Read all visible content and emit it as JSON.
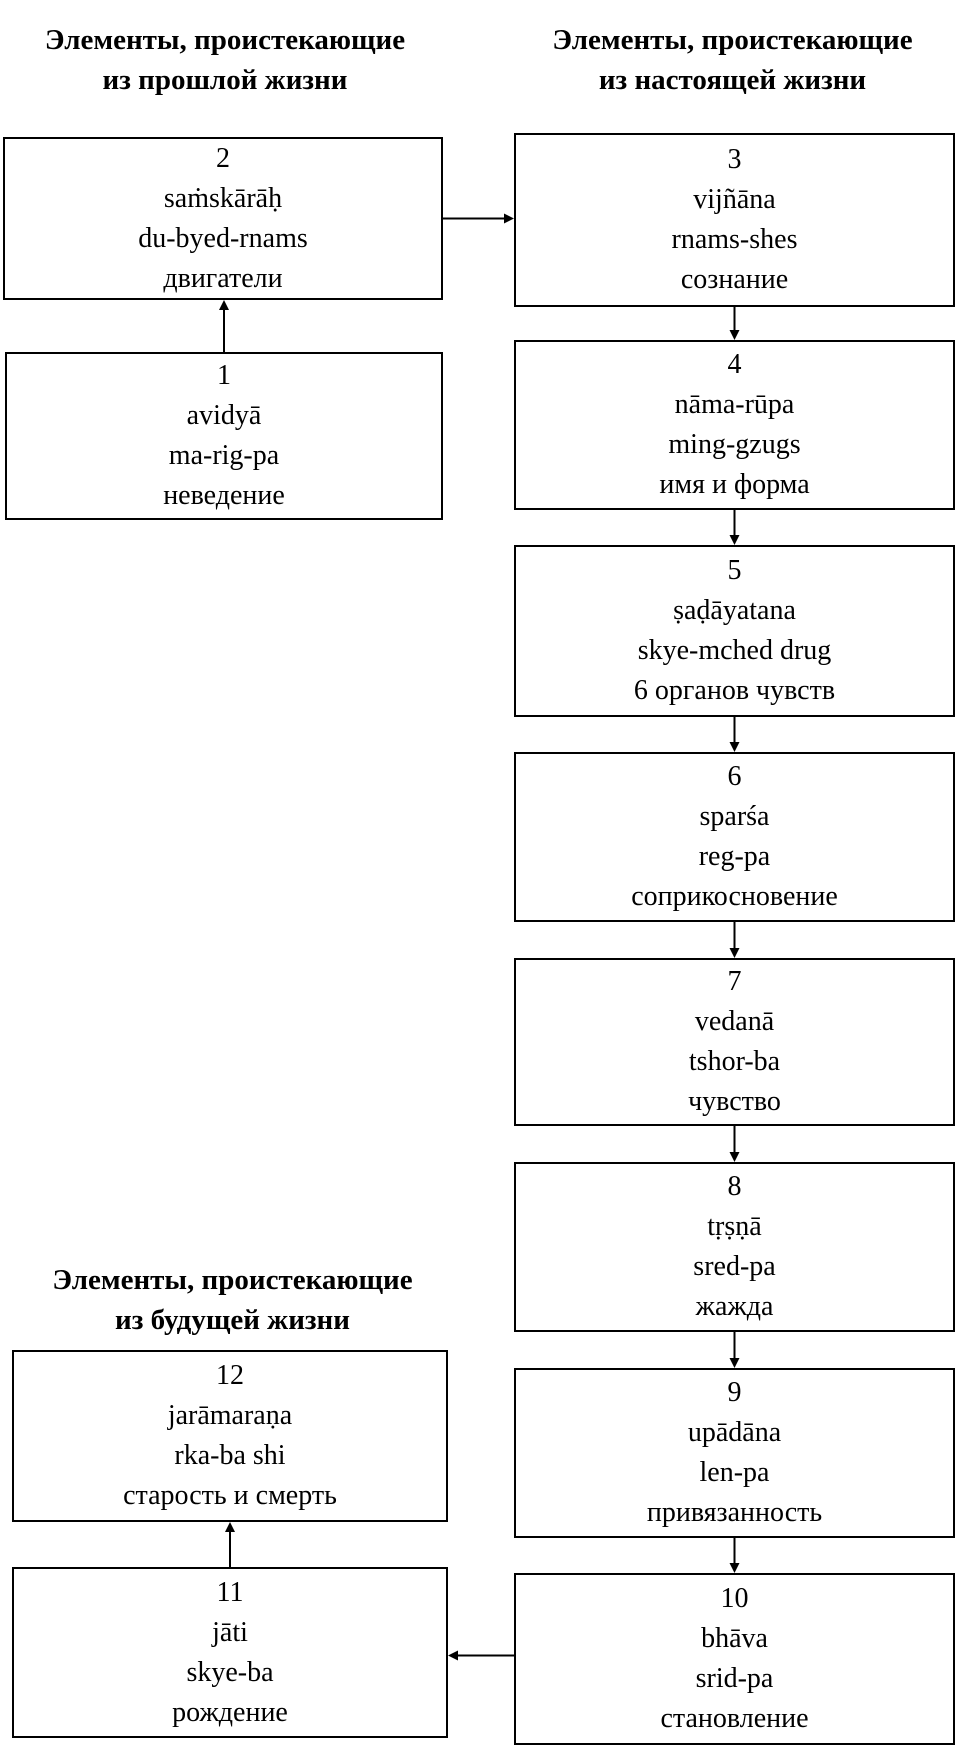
{
  "headings": {
    "past": [
      "Элементы, проистекающие",
      "из прошлой жизни"
    ],
    "present": [
      "Элементы, проистекающие",
      "из настоящей жизни"
    ],
    "future": [
      "Элементы, проистекающие",
      "из будущей жизни"
    ]
  },
  "nodes": {
    "n1": {
      "number": "1",
      "sanskrit": "avidyā",
      "tibetan": "ma-rig-pa",
      "russian": "неведение"
    },
    "n2": {
      "number": "2",
      "sanskrit": "saṁskārāḥ",
      "tibetan": "du-byed-rnams",
      "russian": "двигатели"
    },
    "n3": {
      "number": "3",
      "sanskrit": "vijñāna",
      "tibetan": "rnams-shes",
      "russian": "сознание"
    },
    "n4": {
      "number": "4",
      "sanskrit": "nāma-rūpa",
      "tibetan": "ming-gzugs",
      "russian": "имя и форма"
    },
    "n5": {
      "number": "5",
      "sanskrit": "ṣaḍāyatana",
      "tibetan": "skye-mched drug",
      "russian": "6 органов чувств"
    },
    "n6": {
      "number": "6",
      "sanskrit": "sparśa",
      "tibetan": "reg-pa",
      "russian": "соприкосновение"
    },
    "n7": {
      "number": "7",
      "sanskrit": "vedanā",
      "tibetan": "tshor-ba",
      "russian": "чувство"
    },
    "n8": {
      "number": "8",
      "sanskrit": "tṛṣṇā",
      "tibetan": "sred-pa",
      "russian": "жажда"
    },
    "n9": {
      "number": "9",
      "sanskrit": "upādāna",
      "tibetan": "len-pa",
      "russian": "привязанность"
    },
    "n10": {
      "number": "10",
      "sanskrit": "bhāva",
      "tibetan": "srid-pa",
      "russian": "становление"
    },
    "n11": {
      "number": "11",
      "sanskrit": "jāti",
      "tibetan": "skye-ba",
      "russian": "рождение"
    },
    "n12": {
      "number": "12",
      "sanskrit": "jarāmaraṇa",
      "tibetan": "rka-ba shi",
      "russian": "старость и смерть"
    }
  },
  "edges": [
    [
      "n1",
      "n2"
    ],
    [
      "n2",
      "n3"
    ],
    [
      "n3",
      "n4"
    ],
    [
      "n4",
      "n5"
    ],
    [
      "n5",
      "n6"
    ],
    [
      "n6",
      "n7"
    ],
    [
      "n7",
      "n8"
    ],
    [
      "n8",
      "n9"
    ],
    [
      "n9",
      "n10"
    ],
    [
      "n10",
      "n11"
    ],
    [
      "n11",
      "n12"
    ]
  ]
}
